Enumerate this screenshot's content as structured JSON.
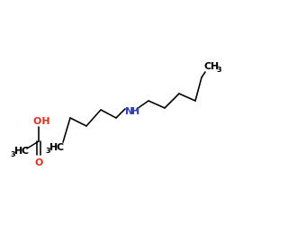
{
  "diagram": {
    "labels": {
      "amine_n": "N",
      "amine_h": "H",
      "acid_oh": "OH",
      "acid_o": "O",
      "chain1_terminal_sub": "3",
      "chain2_terminal_sub": "3",
      "acid_ch3_sub": "3"
    },
    "colors": {
      "bond": "#000000",
      "carbon_label": "#000000",
      "nitrogen": "#2f3fbf",
      "oxygen": "#e0311f"
    },
    "molecule": "dihexylamine acetate"
  }
}
